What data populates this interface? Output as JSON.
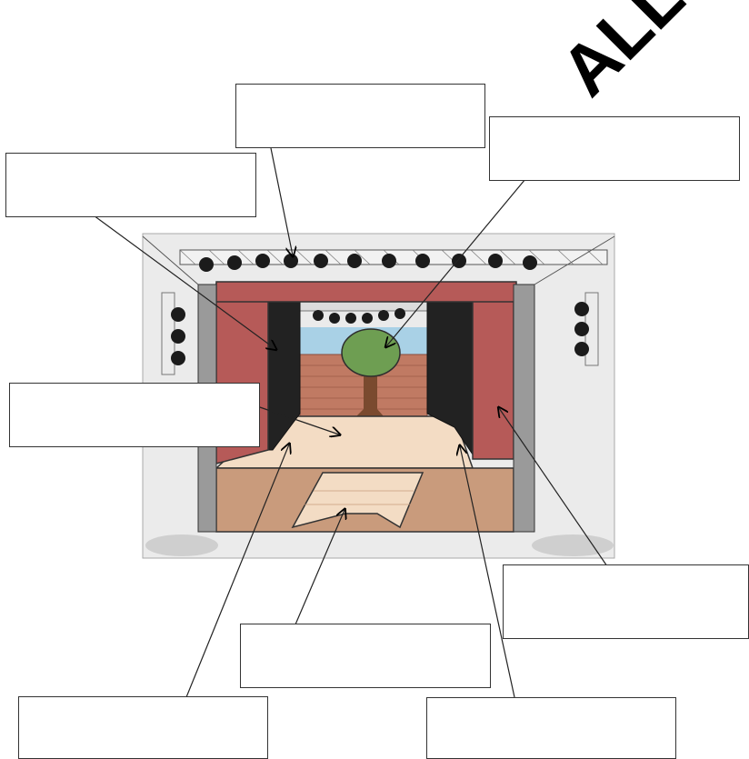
{
  "title_fragment": "ALL",
  "label_boxes": [
    {
      "id": "box-top-center",
      "text": ""
    },
    {
      "id": "box-top-right",
      "text": ""
    },
    {
      "id": "box-top-left",
      "text": ""
    },
    {
      "id": "box-middle-left",
      "text": ""
    },
    {
      "id": "box-middle-right",
      "text": ""
    },
    {
      "id": "box-bottom-center",
      "text": ""
    },
    {
      "id": "box-bottom-left",
      "text": ""
    },
    {
      "id": "box-bottom-right",
      "text": ""
    }
  ],
  "colors": {
    "curtain": "#b65a58",
    "masking": "#222222",
    "wall": "#e9e9e9",
    "floor": "#f3dcc4",
    "apron": "#c99b7c",
    "brick": "#c07a63",
    "sky": "#a9d1e6",
    "tree_crown": "#6e9e52",
    "tree_trunk": "#7a4a2f",
    "truss": "#777777",
    "lamp": "#1b1b1b"
  }
}
